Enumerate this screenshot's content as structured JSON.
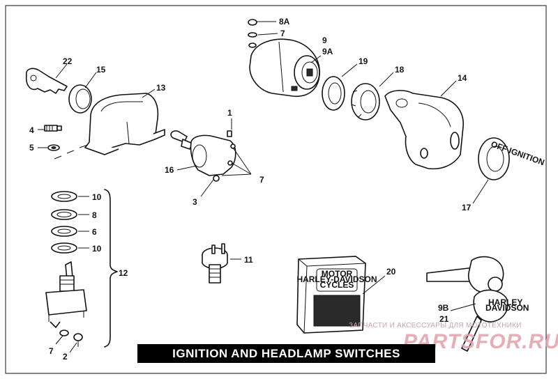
{
  "title": "IGNITION AND HEADLAMP SWITCHES",
  "watermark": {
    "caption": "ЗАПЧАСТИ И АКСЕССУАРЫ ДЛЯ МОТОТЕХНИКИ",
    "logo": "PARTSFOR.RU"
  },
  "box_label": [
    "MOTOR",
    "HARLEY-DAVIDSON",
    "CYCLES"
  ],
  "key_text": [
    "HARLEY",
    "DAVIDSON"
  ],
  "ring_text": "OFF IGNITION",
  "callouts": {
    "c22": "22",
    "c15": "15",
    "c13": "13",
    "c4": "4",
    "c5": "5",
    "c8a": "8A",
    "c7top": "7",
    "c9": "9",
    "c9a": "9A",
    "c19": "19",
    "c18": "18",
    "c14": "14",
    "c1": "1",
    "c16": "16",
    "c7mid": "7",
    "c3": "3",
    "c17": "17",
    "c10a": "10",
    "c8": "8",
    "c6": "6",
    "c10b": "10",
    "c12": "12",
    "c11": "11",
    "c20": "20",
    "c7bot": "7",
    "c2": "2",
    "c9b": "9B",
    "c21": "21"
  }
}
